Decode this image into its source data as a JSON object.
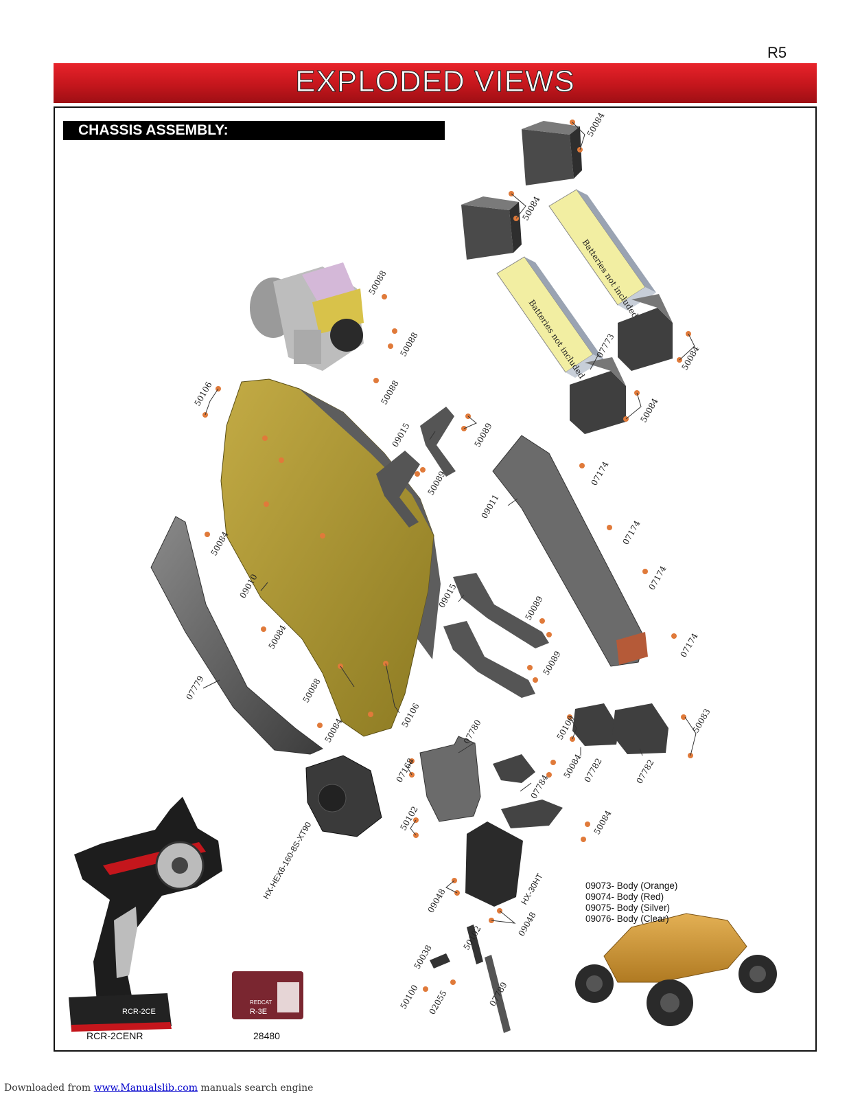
{
  "page_number": "R5",
  "banner_title": "EXPLODED VIEWS",
  "section_title": "CHASSIS ASSEMBLY:",
  "battery_note": "Batteries not included",
  "parts": {
    "p50084_a": "50084",
    "p50084_b": "50084",
    "p50084_c": "50084",
    "p50084_d": "50084",
    "p50084_e": "50084",
    "p50084_f": "50084",
    "p50084_g": "50084",
    "p50084_h": "50084",
    "p50088_a": "50088",
    "p50088_b": "50088",
    "p50088_c": "50088",
    "p50088_d": "50088",
    "p07773": "07773",
    "p50106_a": "50106",
    "p50106_b": "50106",
    "p09015_a": "09015",
    "p09015_b": "09015",
    "p50089_a": "50089",
    "p50089_b": "50089",
    "p50089_c": "50089",
    "p50089_d": "50089",
    "p07174_a": "07174",
    "p07174_b": "07174",
    "p07174_c": "07174",
    "p07174_d": "07174",
    "p09011": "09011",
    "p09010": "09010",
    "p07779": "07779",
    "p50100_a": "50100",
    "p50100_b": "50100",
    "p50083": "50083",
    "p07782_a": "07782",
    "p07782_b": "07782",
    "p07780": "07780",
    "p07168": "07168",
    "p07784": "07784",
    "p50102_a": "50102",
    "p50102_b": "50102",
    "p_motor": "HX-HEX6-160-8S-XT90",
    "p_servo": "HX-30HT",
    "p09048_a": "09048",
    "p09048_b": "09048",
    "p50038": "50038",
    "p02055": "02055",
    "p07789": "07789"
  },
  "body_options": [
    "09073- Body (Orange)",
    "09074- Body (Red)",
    "09075- Body (Silver)",
    "09076- Body (Clear)"
  ],
  "transmitter_caption": "RCR-2CENR",
  "transmitter_badge": "RCR-2CE",
  "receiver_caption": "28480",
  "receiver_brand": "REDCAT",
  "receiver_model": "R-3E",
  "footer": {
    "prefix": "Downloaded from ",
    "link": "www.Manualslib.com",
    "suffix": " manuals search engine"
  },
  "colors": {
    "banner_red": "#c4161c",
    "chassis_gold": "#a28f2e",
    "battery_yellow": "#f2eea2",
    "screw_orange": "#e07a3a",
    "body_orange": "#d49a3c"
  }
}
